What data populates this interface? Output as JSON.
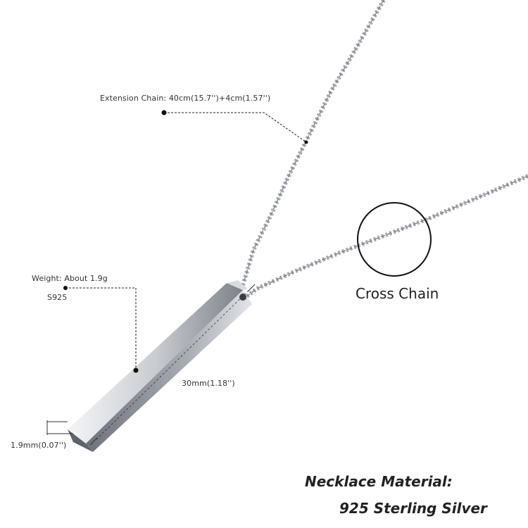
{
  "annotations": {
    "extension_chain": "Extension Chain: 40cm(15.7'')+4cm(1.57'')",
    "weight": "Weight: About 1.9g",
    "material_code": "S925",
    "length": "30mm(1.18'')",
    "width": "1.9mm(0.07'')"
  },
  "callout": {
    "label": "Cross Chain"
  },
  "footer": {
    "line1": "Necklace Material:",
    "line2": "925 Sterling Silver"
  },
  "colors": {
    "background": "#ffffff",
    "text": "#222222",
    "silver": "#b8bcc2"
  },
  "icons": [
    "chain-pattern",
    "magnifier-circle"
  ]
}
